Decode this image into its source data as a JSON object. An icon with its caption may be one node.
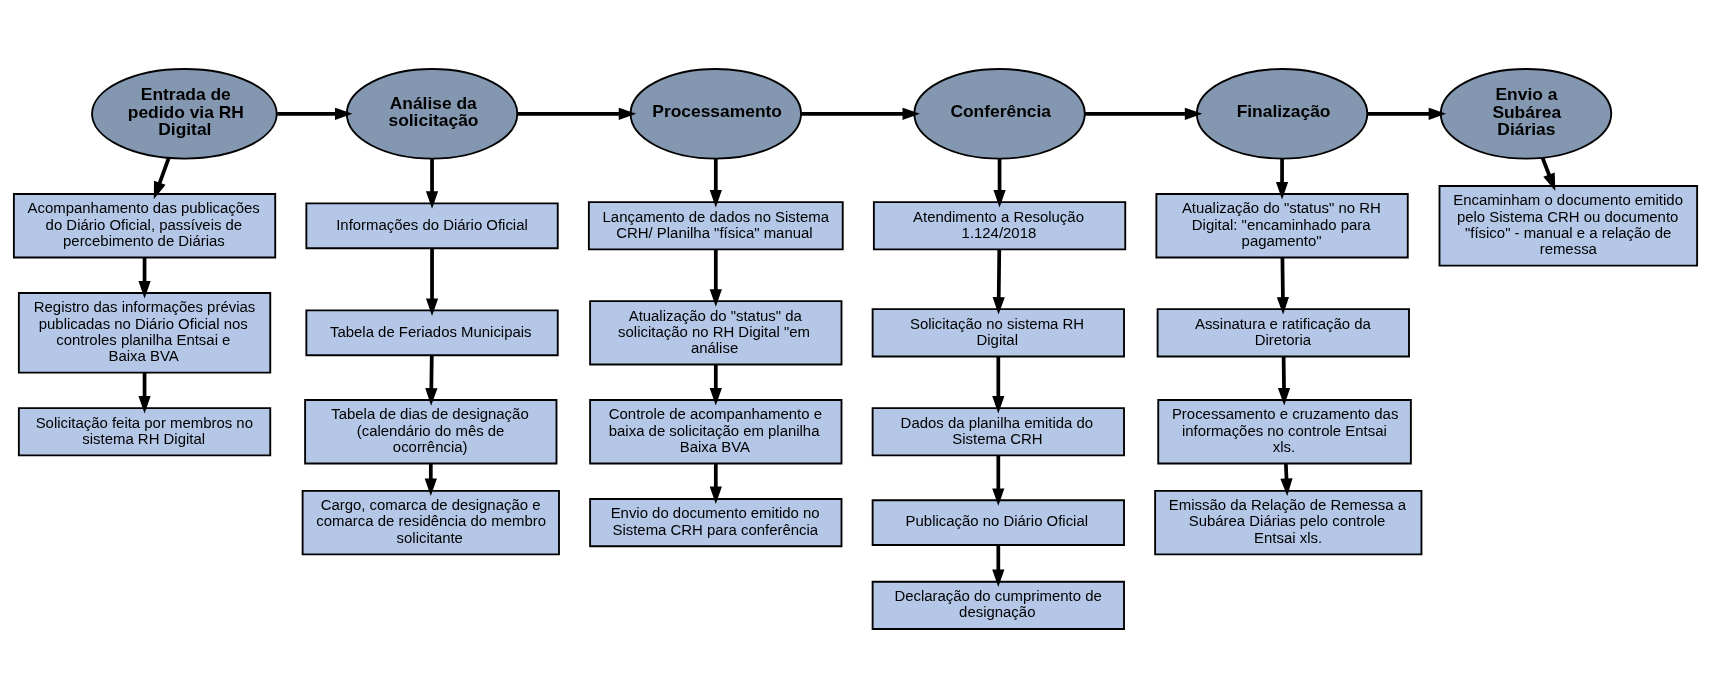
{
  "diagram": {
    "nodes": [
      {
        "text": [
          "Entrada de pedido via RH Digital"
        ]
      },
      {
        "text": [
          "Análise da solicitação"
        ]
      },
      {
        "text": [
          "Processamento"
        ]
      },
      {
        "text": [
          "Conferência"
        ]
      },
      {
        "text": [
          "Finalização"
        ]
      },
      {
        "text": [
          "Envio a Subárea Diárias"
        ]
      },
      {
        "text": [
          "Acompanhamento das publicações do Diário Oficial, passíveis de percebimento de Diárias"
        ]
      },
      {
        "text": [
          "Registro das informações prévias publicadas no Diário Oficial nos controles planilha Entsai e Baixa BVA"
        ]
      },
      {
        "text": [
          "Solicitação feita por membros no sistema RH Digital"
        ]
      },
      {
        "text": [
          "Informações do Diário Oficial"
        ]
      },
      {
        "text": [
          "Tabela de Feriados Municipais"
        ]
      },
      {
        "text": [
          "Tabela de dias de designação (calendário do mês de ocorrência)"
        ]
      },
      {
        "text": [
          "Cargo, comarca de designação e comarca de residência do membro solicitante"
        ]
      },
      {
        "text": [
          "Lançamento de dados no Sistema CRH/ Planilha \"física\" manual"
        ]
      },
      {
        "text": [
          "Atualização do \"status\" da solicitação no RH Digital \"em análise"
        ]
      },
      {
        "text": [
          "Controle de acompanhamento e baixa de solicitação em planilha Baixa BVA"
        ]
      },
      {
        "text": [
          "Envio do documento emitido no Sistema CRH para conferência"
        ]
      },
      {
        "text": [
          "Atendimento a Resolução 1.124/2018"
        ]
      },
      {
        "text": [
          "Solicitação no sistema RH Digital"
        ]
      },
      {
        "text": [
          "Dados da planilha emitida do Sistema CRH"
        ]
      },
      {
        "text": [
          "Publicação no Diário Oficial"
        ]
      },
      {
        "text": [
          "Declaração do cumprimento de designação"
        ]
      },
      {
        "text": [
          "Atualização do \"status\" no RH Digital: \"encaminhado para pagamento\""
        ]
      },
      {
        "text": [
          "Assinatura e ratificação da Diretoria"
        ]
      },
      {
        "text": [
          "Processamento e cruzamento das informações no controle Entsai xls."
        ]
      },
      {
        "text": [
          "Emissão da Relação de Remessa a Subárea Diárias pelo controle Entsai xls."
        ]
      },
      {
        "text": [
          "Encaminham o documento emitido pelo Sistema CRH ou documento \"físico\" - manual e a relação de remessa"
        ]
      }
    ],
    "edges": [
      {
        "from": 0,
        "to": 1,
        "arrow": "to"
      },
      {
        "from": 1,
        "to": 2,
        "arrow": "to"
      },
      {
        "from": 2,
        "to": 3,
        "arrow": "to"
      },
      {
        "from": 3,
        "to": 4,
        "arrow": "to"
      },
      {
        "from": 4,
        "to": 5,
        "arrow": "to"
      },
      {
        "from": 0,
        "to": 6,
        "arrow": "to"
      },
      {
        "from": 6,
        "to": 7,
        "arrow": "to"
      },
      {
        "from": 7,
        "to": 8,
        "arrow": "to"
      },
      {
        "from": 1,
        "to": 9,
        "arrow": "to"
      },
      {
        "from": 9,
        "to": 10,
        "arrow": "to"
      },
      {
        "from": 10,
        "to": 11,
        "arrow": "to"
      },
      {
        "from": 11,
        "to": 12,
        "arrow": "to"
      },
      {
        "from": 2,
        "to": 13,
        "arrow": "to"
      },
      {
        "from": 13,
        "to": 14,
        "arrow": "to"
      },
      {
        "from": 14,
        "to": 15,
        "arrow": "to"
      },
      {
        "from": 15,
        "to": 16,
        "arrow": "to"
      },
      {
        "from": 3,
        "to": 17,
        "arrow": "to"
      },
      {
        "from": 17,
        "to": 18,
        "arrow": "to"
      },
      {
        "from": 18,
        "to": 19,
        "arrow": "to"
      },
      {
        "from": 19,
        "to": 20,
        "arrow": "to"
      },
      {
        "from": 20,
        "to": 21,
        "arrow": "to"
      },
      {
        "from": 4,
        "to": 22,
        "arrow": "to"
      },
      {
        "from": 22,
        "to": 23,
        "arrow": "to"
      },
      {
        "from": 23,
        "to": 24,
        "arrow": "to"
      },
      {
        "from": 24,
        "to": 25,
        "arrow": "to"
      },
      {
        "from": 5,
        "to": 26,
        "arrow": "to"
      }
    ]
  }
}
